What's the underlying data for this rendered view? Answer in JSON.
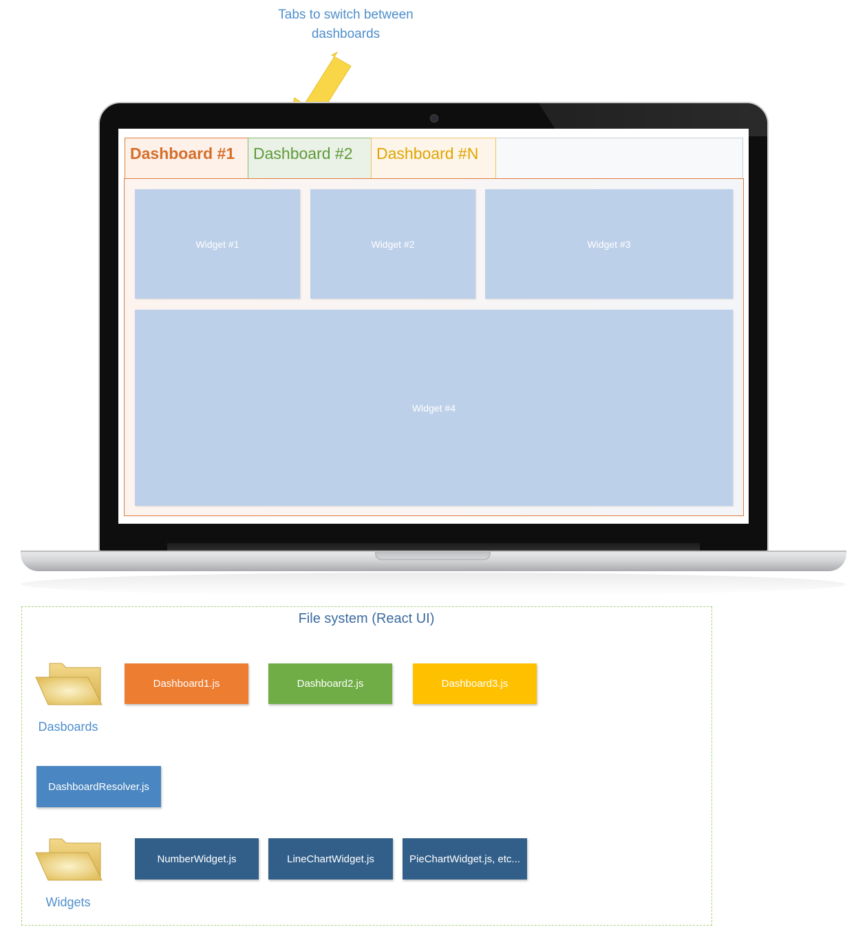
{
  "annotation": {
    "line1": "Tabs to switch between",
    "line2": "dashboards",
    "arrow_color": "#f9d648"
  },
  "tabs": [
    {
      "label": "Dashboard #1",
      "color": "#d56e2a"
    },
    {
      "label": "Dashboard #2",
      "color": "#5e9a3a"
    },
    {
      "label": "Dashboard #N",
      "color": "#e0a400"
    }
  ],
  "widgets": [
    {
      "label": "Widget #1"
    },
    {
      "label": "Widget #2"
    },
    {
      "label": "Widget #3"
    },
    {
      "label": "Widget #4"
    }
  ],
  "file_system": {
    "title": "File system (React UI)",
    "folders": [
      {
        "label": "Dasboards",
        "icon": "folder-icon"
      },
      {
        "label": "Widgets",
        "icon": "folder-icon"
      }
    ],
    "dashboard_files": [
      {
        "label": "Dashboard1.js",
        "color": "#ed7d31"
      },
      {
        "label": "Dashboard2.js",
        "color": "#70ad47"
      },
      {
        "label": "Dashboard3.js",
        "color": "#ffc000"
      }
    ],
    "resolver_file": {
      "label": "DashboardResolver.js",
      "color": "#4a86c1"
    },
    "widget_files": [
      {
        "label": "NumberWidget.js",
        "color": "#325f8a"
      },
      {
        "label": "LineChartWidget.js",
        "color": "#325f8a"
      },
      {
        "label": "PieChartWidget.js, etc...",
        "color": "#325f8a"
      }
    ]
  }
}
